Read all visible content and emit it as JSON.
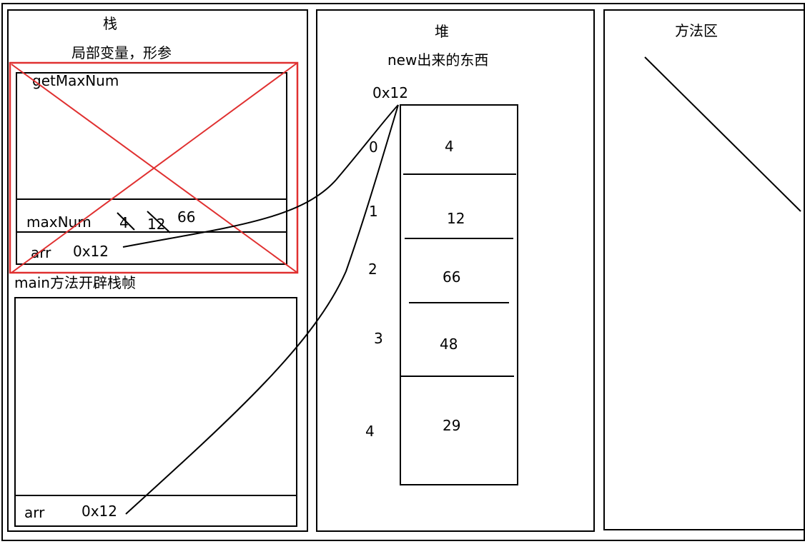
{
  "stack": {
    "title": "栈",
    "subtitle": "局部变量，形参",
    "frame_getmax": {
      "title": "getMaxNum",
      "max_label": "maxNum",
      "max_values": [
        "4",
        "12",
        "66"
      ],
      "arr_label": "arr",
      "arr_value": "0x12"
    },
    "main_label": "main方法开辟栈帧",
    "frame_main": {
      "arr_label": "arr",
      "arr_value": "0x12"
    }
  },
  "heap": {
    "title": "堆",
    "subtitle": "new出来的东西",
    "address": "0x12",
    "indices": [
      "0",
      "1",
      "2",
      "3",
      "4"
    ],
    "values": [
      "4",
      "12",
      "66",
      "48",
      "29"
    ]
  },
  "method_area": {
    "title": "方法区"
  },
  "colors": {
    "ink": "#000000",
    "cross_out": "#e03030"
  }
}
